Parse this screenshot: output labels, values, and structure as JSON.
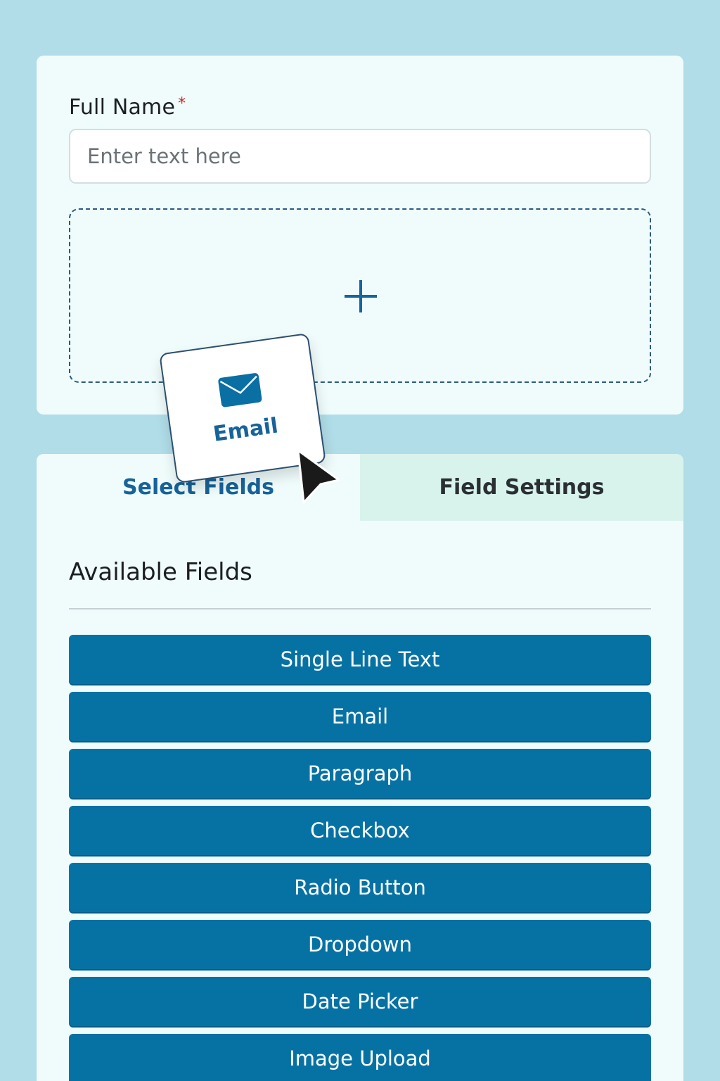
{
  "form": {
    "field_label": "Full Name",
    "required_mark": "*",
    "input_placeholder": "Enter text here",
    "drop_zone_icon": "plus-icon"
  },
  "tabs": [
    {
      "label": "Select Fields",
      "active": true
    },
    {
      "label": "Field Settings",
      "active": false
    }
  ],
  "available_fields": {
    "title": "Available Fields",
    "items": [
      "Single Line Text",
      "Email",
      "Paragraph",
      "Checkbox",
      "Radio Button",
      "Dropdown",
      "Date Picker",
      "Image Upload"
    ]
  },
  "drag_item": {
    "label": "Email",
    "icon": "envelope-icon"
  },
  "colors": {
    "background": "#b0dde8",
    "card": "#effcfb",
    "accent": "#0672a4",
    "tab_active_text": "#17639a",
    "tab_inactive_bg": "#d8f3ec",
    "required": "#d02626"
  }
}
